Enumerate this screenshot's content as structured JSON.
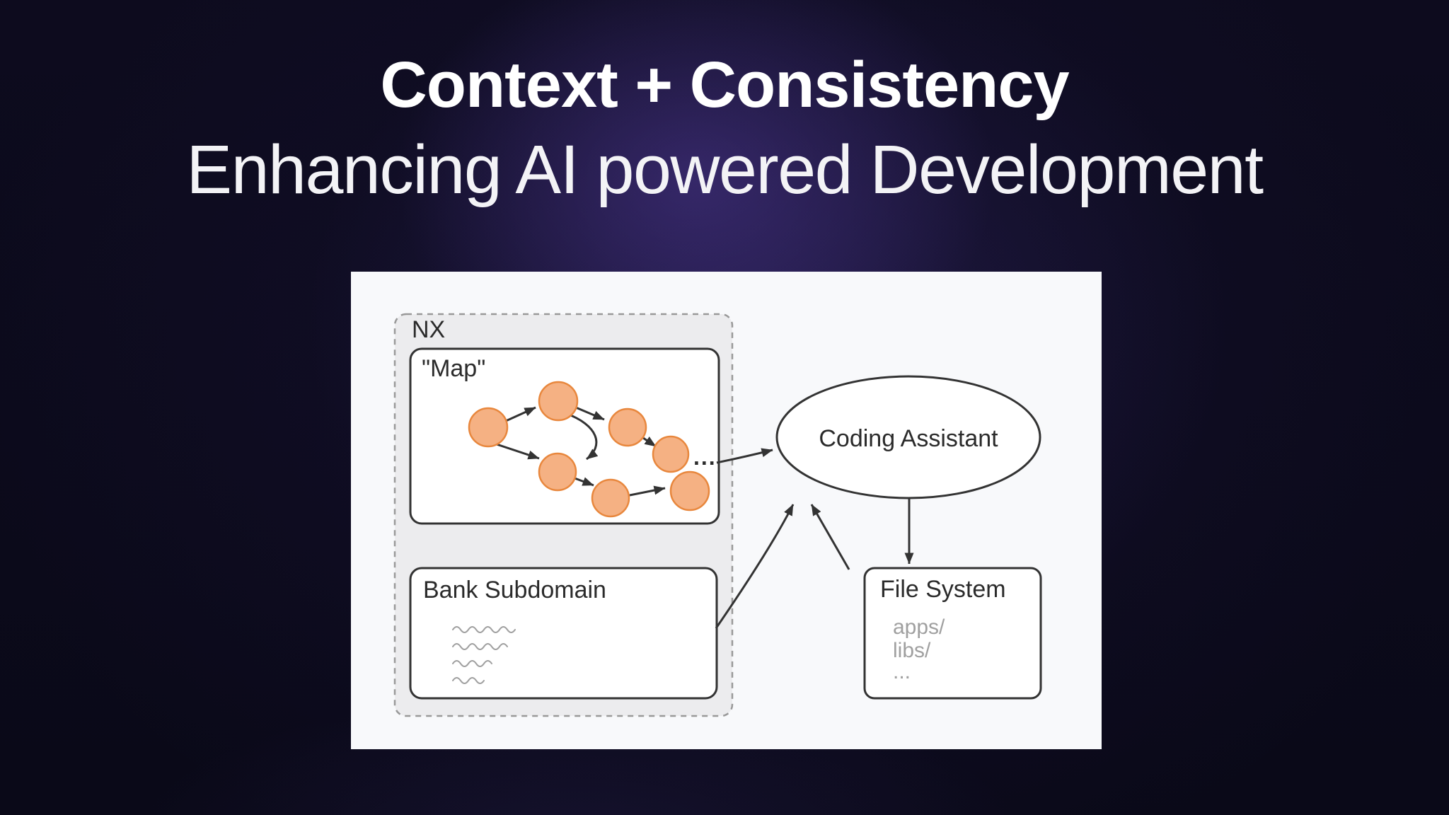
{
  "header": {
    "title": "Context + Consistency",
    "subtitle": "Enhancing AI powered Development"
  },
  "diagram": {
    "nx_label": "NX",
    "map_label": "\"Map\"",
    "map_ellipsis": "...",
    "bank_label": "Bank Subdomain",
    "assistant_label": "Coding Assistant",
    "filesystem_label": "File System",
    "filesystem_items": [
      "apps/",
      "libs/",
      "..."
    ],
    "colors": {
      "background": "#0c0a1c",
      "glow": "#5f44b2",
      "panel_bg": "#f8f9fb",
      "nx_bg": "#ececee",
      "dash_border": "#999999",
      "line": "#333333",
      "text": "#2b2b2b",
      "muted_text": "#a0a0a0",
      "node_fill": "#f5b183",
      "node_stroke": "#e8873d"
    }
  }
}
